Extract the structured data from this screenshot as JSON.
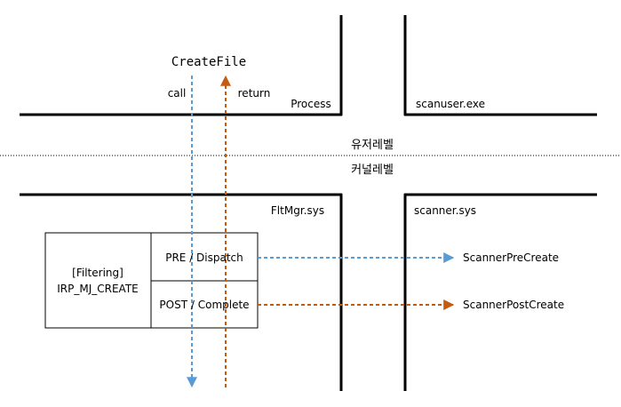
{
  "api_call": "CreateFile",
  "call_label": "call",
  "return_label": "return",
  "process_label": "Process",
  "scanuser_label": "scanuser.exe",
  "user_level_label": "유저레벨",
  "kernel_level_label": "커널레벨",
  "fltmgr_label": "FltMgr.sys",
  "scanner_sys_label": "scanner.sys",
  "filtering": {
    "line1": "[Filtering]",
    "line2": "IRP_MJ_CREATE"
  },
  "pre_label": "PRE / Dispatch",
  "post_label": "POST / Complete",
  "scanner_pre_create": "ScannerPreCreate",
  "scanner_post_create": "ScannerPostCreate",
  "colors": {
    "call_arrow": "#5b9bd5",
    "return_arrow": "#c55a11",
    "lines": "#000000"
  }
}
